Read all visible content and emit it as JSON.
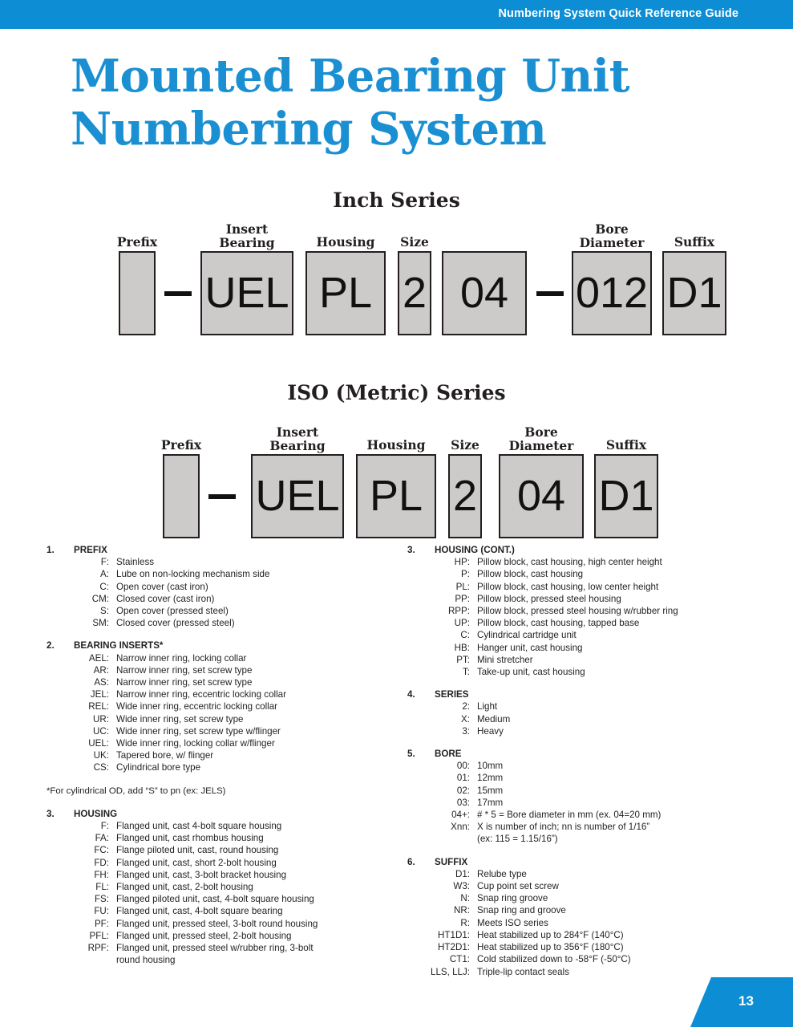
{
  "header": {
    "title": "Numbering System Quick Reference Guide",
    "bar_color": "#0d8ed4"
  },
  "page_title": {
    "line1": "Mounted Bearing Unit",
    "line2": "Numbering System",
    "color": "#1a8fd1"
  },
  "diagrams": [
    {
      "id": "inch-series",
      "title": "Inch Series",
      "segments": [
        {
          "label": "Prefix",
          "label2": "",
          "value": ""
        },
        {
          "label": "Insert",
          "label2": "Bearing",
          "value": "UEL"
        },
        {
          "label": "Housing",
          "label2": "",
          "value": "PL"
        },
        {
          "label": "Size",
          "label2": "",
          "value": "2"
        },
        {
          "label": "",
          "label2": "",
          "value": "04"
        },
        {
          "label": "Bore",
          "label2": "Diameter",
          "value": "012"
        },
        {
          "label": "Suffix",
          "label2": "",
          "value": "D1"
        }
      ]
    },
    {
      "id": "iso-metric-series",
      "title": "ISO (Metric) Series",
      "segments": [
        {
          "label": "Prefix",
          "label2": "",
          "value": ""
        },
        {
          "label": "Insert",
          "label2": "Bearing",
          "value": "UEL"
        },
        {
          "label": "Housing",
          "label2": "",
          "value": "PL"
        },
        {
          "label": "Size",
          "label2": "",
          "value": "2"
        },
        {
          "label": "Bore",
          "label2": "Diameter",
          "value": "04"
        },
        {
          "label": "Suffix",
          "label2": "",
          "value": "D1"
        }
      ]
    }
  ],
  "legend_left": [
    {
      "number": "1.",
      "title": "PREFIX",
      "entries": [
        {
          "code": "F:",
          "desc": "Stainless"
        },
        {
          "code": "A:",
          "desc": "Lube on non-locking mechanism side"
        },
        {
          "code": "C:",
          "desc": "Open cover (cast iron)"
        },
        {
          "code": "CM:",
          "desc": "Closed cover (cast iron)"
        },
        {
          "code": "S:",
          "desc": "Open cover (pressed steel)"
        },
        {
          "code": "SM:",
          "desc": "Closed cover (pressed steel)"
        }
      ]
    },
    {
      "number": "2.",
      "title": "BEARING INSERTS*",
      "entries": [
        {
          "code": "AEL:",
          "desc": "Narrow inner ring, locking collar"
        },
        {
          "code": "AR:",
          "desc": "Narrow inner ring, set screw type"
        },
        {
          "code": "AS:",
          "desc": "Narrow inner ring, set screw type"
        },
        {
          "code": "JEL:",
          "desc": "Narrow inner ring, eccentric locking collar"
        },
        {
          "code": "REL:",
          "desc": "Wide inner ring, eccentric locking collar"
        },
        {
          "code": "UR:",
          "desc": "Wide inner ring, set screw type"
        },
        {
          "code": "UC:",
          "desc": "Wide inner ring, set screw type w/flinger"
        },
        {
          "code": "UEL:",
          "desc": "Wide inner ring, locking collar w/flinger"
        },
        {
          "code": "UK:",
          "desc": "Tapered bore,  w/ flinger"
        },
        {
          "code": "CS:",
          "desc": "Cylindrical bore type"
        }
      ],
      "footnote": "*For cylindrical OD, add “S” to pn (ex: JELS)"
    },
    {
      "number": "3.",
      "title": "HOUSING",
      "entries": [
        {
          "code": "F:",
          "desc": "Flanged unit, cast 4-bolt square housing"
        },
        {
          "code": "FA:",
          "desc": "Flanged unit, cast rhombus housing"
        },
        {
          "code": "FC:",
          "desc": "Flange piloted unit, cast, round housing"
        },
        {
          "code": "FD:",
          "desc": "Flanged unit, cast, short 2-bolt housing"
        },
        {
          "code": "FH:",
          "desc": "Flanged unit, cast, 3-bolt bracket housing"
        },
        {
          "code": "FL:",
          "desc": "Flanged unit, cast, 2-bolt housing"
        },
        {
          "code": "FS:",
          "desc": "Flanged piloted unit, cast, 4-bolt square housing"
        },
        {
          "code": "FU:",
          "desc": "Flanged unit, cast, 4-bolt square bearing"
        },
        {
          "code": "PF:",
          "desc": "Flanged unit, pressed steel, 3-bolt round housing"
        },
        {
          "code": "PFL:",
          "desc": "Flanged unit, pressed steel, 2-bolt housing"
        },
        {
          "code": "RPF:",
          "desc": "Flanged unit, pressed steel w/rubber ring, 3-bolt",
          "desc2": "round housing"
        }
      ]
    }
  ],
  "legend_right": [
    {
      "number": "3.",
      "title": "HOUSING (CONT.)",
      "entries": [
        {
          "code": "HP:",
          "desc": "Pillow block, cast housing, high center height"
        },
        {
          "code": "P:",
          "desc": "Pillow block, cast housing"
        },
        {
          "code": "PL:",
          "desc": "Pillow block, cast housing, low center height"
        },
        {
          "code": "PP:",
          "desc": "Pillow block, pressed steel housing"
        },
        {
          "code": "RPP:",
          "desc": "Pillow block, pressed steel housing w/rubber ring"
        },
        {
          "code": "UP:",
          "desc": "Pillow block, cast housing, tapped base"
        },
        {
          "code": "C:",
          "desc": "Cylindrical cartridge unit"
        },
        {
          "code": "HB:",
          "desc": "Hanger unit, cast housing"
        },
        {
          "code": "PT:",
          "desc": "Mini stretcher"
        },
        {
          "code": "T:",
          "desc": "Take-up unit, cast housing"
        }
      ]
    },
    {
      "number": "4.",
      "title": "SERIES",
      "entries": [
        {
          "code": "2:",
          "desc": "Light"
        },
        {
          "code": "X:",
          "desc": "Medium"
        },
        {
          "code": "3:",
          "desc": "Heavy"
        }
      ]
    },
    {
      "number": "5.",
      "title": "BORE",
      "entries": [
        {
          "code": "00:",
          "desc": "10mm"
        },
        {
          "code": "01:",
          "desc": "12mm"
        },
        {
          "code": "02:",
          "desc": "15mm"
        },
        {
          "code": "03:",
          "desc": "17mm"
        },
        {
          "code": "04+:",
          "desc": "# * 5 = Bore diameter in mm (ex. 04=20 mm)"
        },
        {
          "code": "Xnn:",
          "desc": "X is number of inch; nn is number of 1/16”",
          "desc2": "(ex: 115 = 1.15/16”)"
        }
      ]
    },
    {
      "number": "6.",
      "title": "SUFFIX",
      "entries": [
        {
          "code": "D1:",
          "desc": "Relube type"
        },
        {
          "code": "W3:",
          "desc": "Cup point set screw"
        },
        {
          "code": "N:",
          "desc": "Snap ring groove"
        },
        {
          "code": "NR:",
          "desc": "Snap ring and groove"
        },
        {
          "code": "R:",
          "desc": "Meets ISO series"
        },
        {
          "code": "HT1D1:",
          "desc": "Heat stabilized up to 284°F (140°C)"
        },
        {
          "code": "HT2D1:",
          "desc": "Heat stabilized up to 356°F (180°C)"
        },
        {
          "code": "CT1:",
          "desc": "Cold stabilized down to -58°F (-50°C)"
        },
        {
          "code": "LLS, LLJ:",
          "desc": "Triple-lip contact seals"
        }
      ]
    }
  ],
  "footer": {
    "page_number": "13",
    "color": "#0d8ed4"
  }
}
